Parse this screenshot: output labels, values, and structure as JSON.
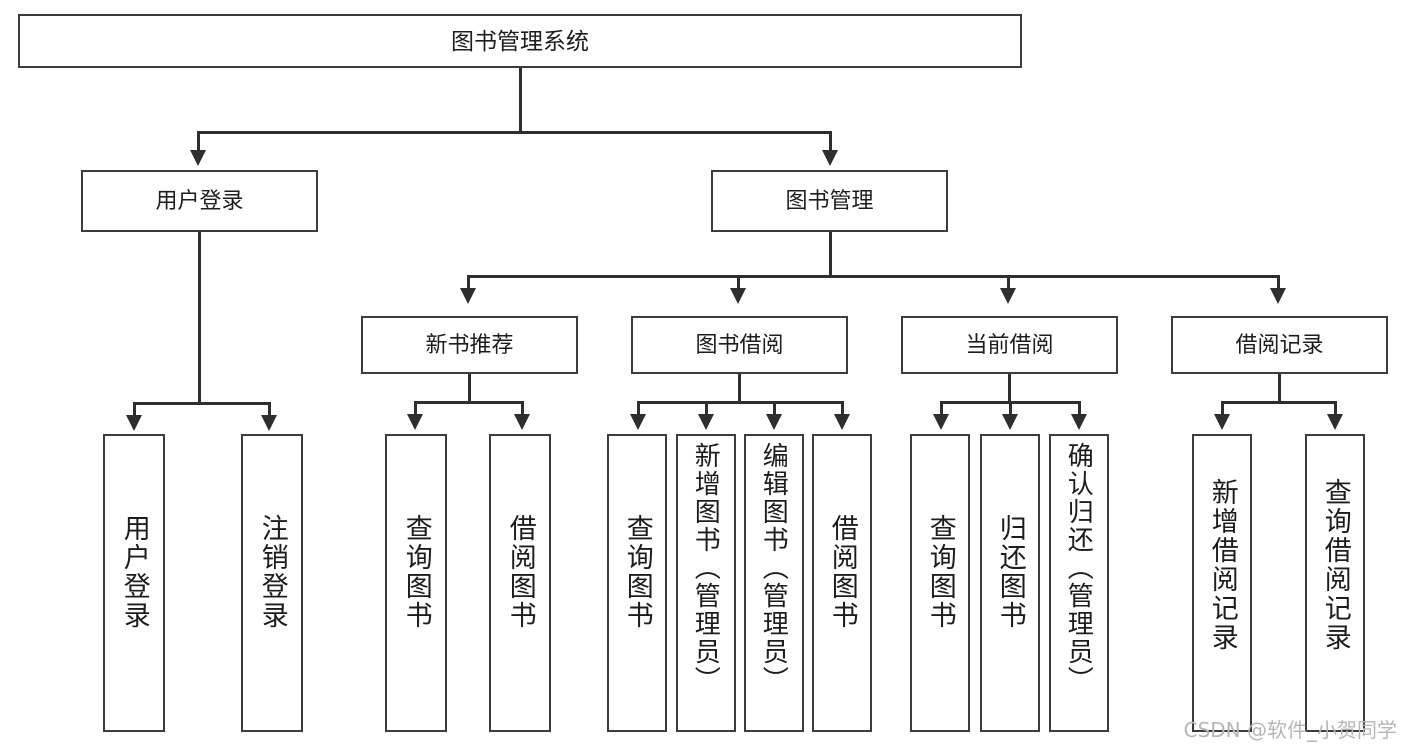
{
  "diagram": {
    "title": "图书管理系统",
    "type": "tree-hierarchy-diagram",
    "root": {
      "label": "图书管理系统"
    },
    "level2": [
      {
        "label": "用户登录"
      },
      {
        "label": "图书管理"
      }
    ],
    "level3": [
      {
        "label": "新书推荐"
      },
      {
        "label": "图书借阅"
      },
      {
        "label": "当前借阅"
      },
      {
        "label": "借阅记录"
      }
    ],
    "leaves": {
      "user_login": [
        {
          "label": "用户登录"
        },
        {
          "label": "注销登录"
        }
      ],
      "new_book_recommend": [
        {
          "label": "查询图书"
        },
        {
          "label": "借阅图书"
        }
      ],
      "book_borrow": [
        {
          "label": "查询图书"
        },
        {
          "label": "新增图书（管理员）"
        },
        {
          "label": "编辑图书（管理员）"
        },
        {
          "label": "借阅图书"
        }
      ],
      "current_borrow": [
        {
          "label": "查询图书"
        },
        {
          "label": "归还图书"
        },
        {
          "label": "确认归还（管理员）"
        }
      ],
      "borrow_record": [
        {
          "label": "新增借阅记录"
        },
        {
          "label": "查询借阅记录"
        }
      ]
    }
  },
  "watermark": {
    "text": "CSDN @软件_小贺同学"
  },
  "colors": {
    "box_border": "#3c3c3c",
    "line": "#2e2e2e",
    "background": "#ffffff",
    "text": "#1d1d1d",
    "watermark": "#b6b6b6"
  }
}
